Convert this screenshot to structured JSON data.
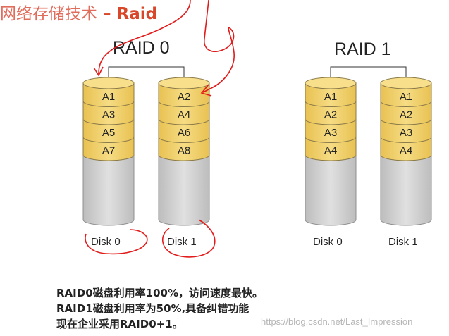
{
  "title": {
    "chinese": "网络存储技术",
    "english": "– Raid"
  },
  "raid0": {
    "label": "RAID 0",
    "disks": [
      {
        "label": "Disk 0",
        "blocks": [
          "A1",
          "A3",
          "A5",
          "A7"
        ]
      },
      {
        "label": "Disk 1",
        "blocks": [
          "A2",
          "A4",
          "A6",
          "A8"
        ]
      }
    ]
  },
  "raid1": {
    "label": "RAID 1",
    "disks": [
      {
        "label": "Disk 0",
        "blocks": [
          "A1",
          "A2",
          "A3",
          "A4"
        ]
      },
      {
        "label": "Disk 1",
        "blocks": [
          "A1",
          "A2",
          "A3",
          "A4"
        ]
      }
    ]
  },
  "description": [
    "RAID0磁盘利用率100%，访问速度最快。",
    "RAID1磁盘利用率为50%,具备纠错功能",
    "现在企业采用RAID0+1。"
  ],
  "watermark": "https://blog.csdn.net/Last_Impression",
  "colors": {
    "block_fill": "#f2d16b",
    "block_stroke": "#8a7a4a",
    "cylinder_body": "#d3d3d3",
    "annotation": "#e21b1b",
    "title_english": "#d9472a"
  }
}
